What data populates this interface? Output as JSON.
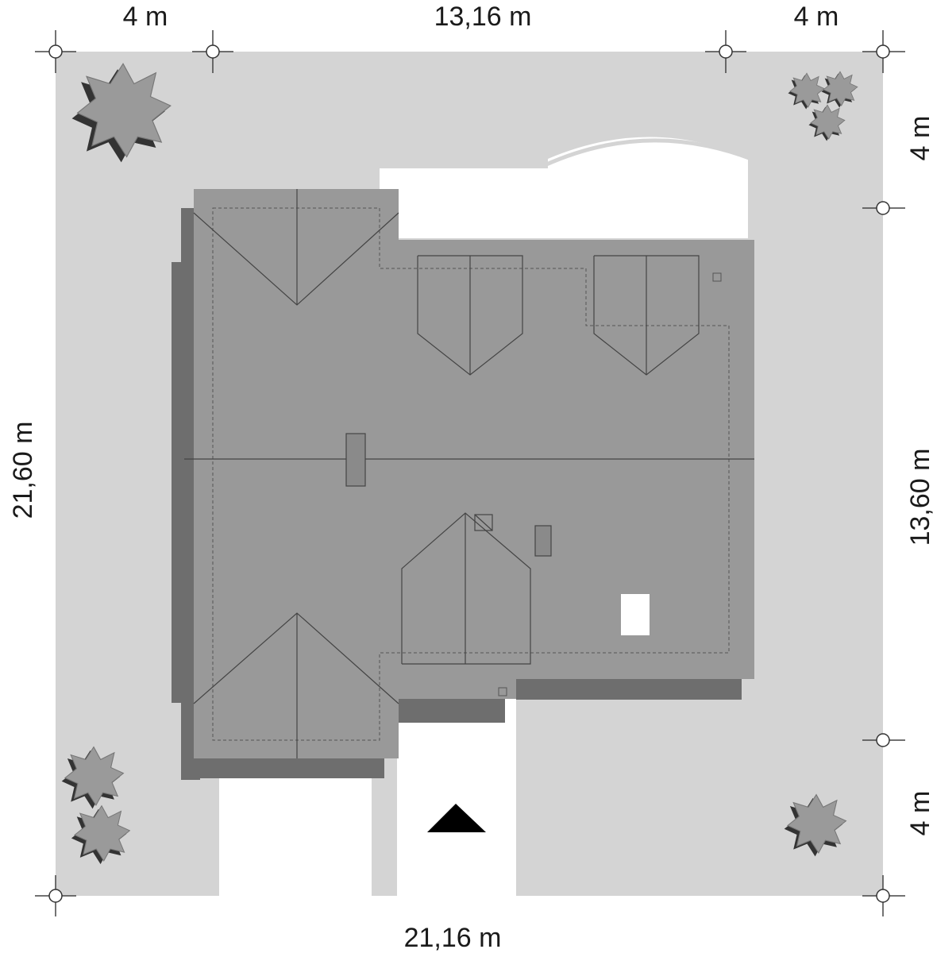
{
  "dimensions": {
    "top_left": "4 m",
    "top_middle": "13,16 m",
    "top_right": "4 m",
    "left": "21,60 m",
    "right_top": "4 m",
    "right_middle": "13,60 m",
    "right_bottom": "4 m",
    "bottom": "21,16 m"
  },
  "colors": {
    "plot": "#d4d4d4",
    "roof": "#999999",
    "shadow": "#6e6e6e",
    "tree": "#9a9a9a",
    "tree_shadow": "#333333",
    "entrance": "#000000"
  },
  "icons": {
    "trees": "tree-icon",
    "entrance": "entrance-triangle-icon",
    "markers": "dimension-marker-icon"
  }
}
